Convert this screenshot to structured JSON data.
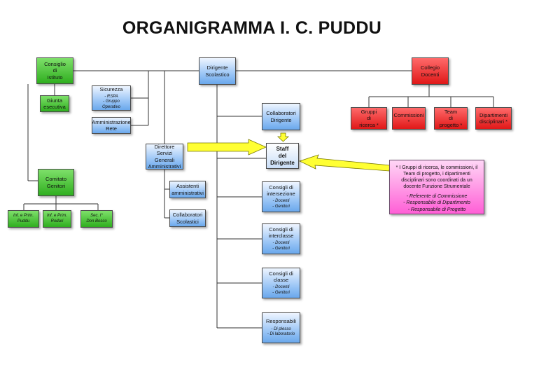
{
  "title": "ORGANIGRAMMA I. C. PUDDU",
  "nodes": {
    "consiglio": {
      "label": "Consiglio\ndi\nIstituto"
    },
    "giunta": {
      "label": "Giunta\nesecutiva"
    },
    "comitato": {
      "label": "Comitato\nGenitori"
    },
    "gen_puddu": {
      "label": "Inf. e Prim.\nPuddu"
    },
    "gen_rodari": {
      "label": "Inf. e Prim.\nRodari"
    },
    "gen_donbosco": {
      "label": "Sec. I°\nDon Bosco"
    },
    "sicurezza": {
      "label": "Sicurezza",
      "items": "- RSPA\n- Gruppo Operativo"
    },
    "amministrazione": {
      "label": "Amministrazione\nRete"
    },
    "direttore": {
      "label": "Direttore\nServizi\nGenerali\nAmministrativi"
    },
    "assistenti": {
      "label": "Assistenti\namministrativi"
    },
    "collab_scol": {
      "label": "Collaboratori\nScolastici"
    },
    "dirigente": {
      "label": "Dirigente\nScolastico"
    },
    "collab_dir": {
      "label": "Collaboratori\nDirigente"
    },
    "staff": {
      "label": "Staff\ndel\nDirigente"
    },
    "intersezione": {
      "label": "Consigli di\nintersezione",
      "items": "- Docenti\n- Genitori"
    },
    "interclasse": {
      "label": "Consigli di\ninterclasse",
      "items": "- Docenti\n- Genitori"
    },
    "classe": {
      "label": "Consigli di\nclasse",
      "items": "- Docenti\n- Genitori"
    },
    "responsabili": {
      "label": "Responsabili",
      "items": "- Di plesso\n- Di laboratorio"
    },
    "collegio": {
      "label": "Collegio\nDocenti"
    },
    "gruppi": {
      "label": "Gruppi\ndi\nricerca *"
    },
    "commissioni": {
      "label": "Commissioni\n*"
    },
    "team": {
      "label": "Team\ndi\nprogetto *"
    },
    "dipartimenti": {
      "label": "Dipartimenti\ndisciplinari *"
    }
  },
  "note": {
    "text": "* I Gruppi di ricerca, le commissioni, il Team di progetto, i dipartimenti disciplinari sono coordinati da un docente Funzione Strumentale",
    "items": [
      "- Referente di Commissione",
      "- Responsabile di Dipartimento",
      "- Responsabile di Progetto"
    ]
  },
  "colors": {
    "green": "#2fae1f",
    "blue": "#6aa8ec",
    "red": "#e01818",
    "pink": "#ff5fd6",
    "arrow_yellow": "#ffff33"
  }
}
